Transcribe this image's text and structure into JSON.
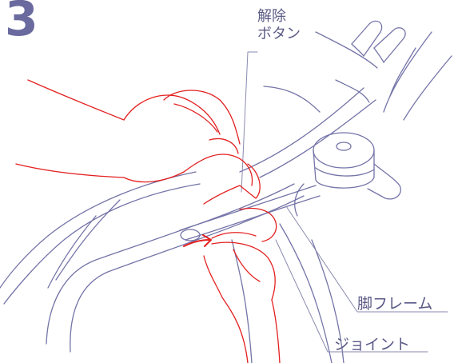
{
  "step": {
    "number": "3"
  },
  "callouts": {
    "release_button_line1": "解除",
    "release_button_line2": "ボタン",
    "leg_frame": "脚フレーム",
    "joint": "ジョイント"
  },
  "colors": {
    "mechanism_stroke": "#6a6a9e",
    "hand_stroke": "#e32020",
    "text": "#5a5a86"
  }
}
